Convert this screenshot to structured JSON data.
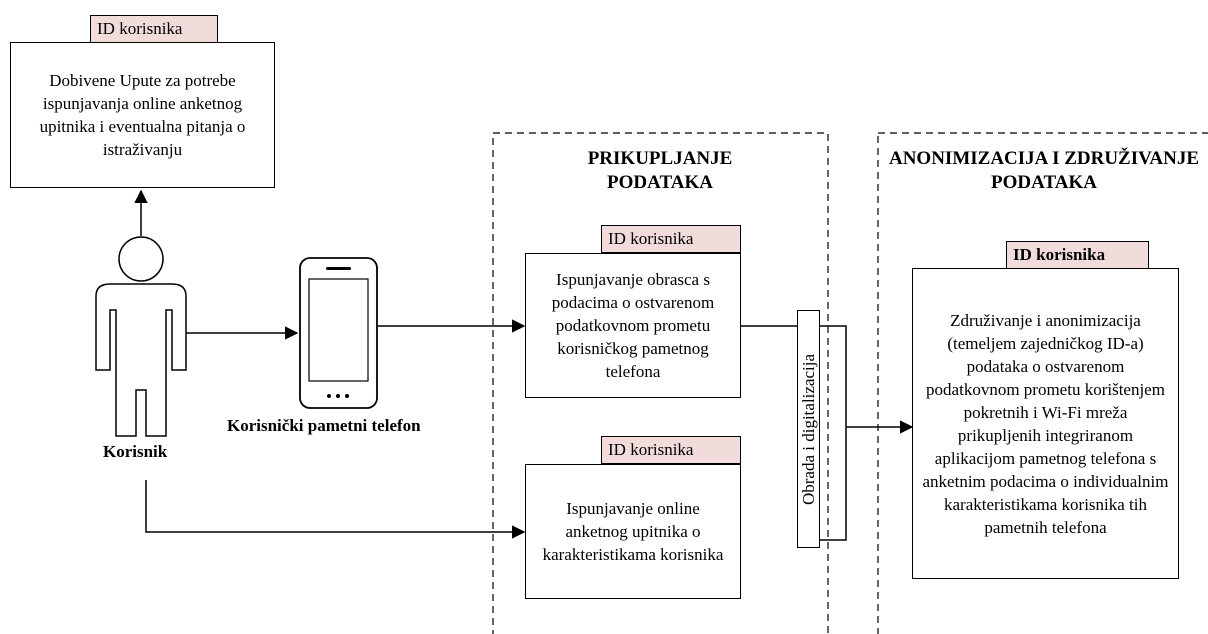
{
  "user": {
    "label": "Korisnik",
    "id_tag": "ID korisnika",
    "info_box": "Dobivene Upute za potrebe ispunjavanja online anketnog upitnika i eventualna pitanja o istraživanju"
  },
  "phone": {
    "label": "Korisnički pametni telefon"
  },
  "collection": {
    "heading": "PRIKUPLJANJE PODATAKA",
    "traffic_form": {
      "id_tag": "ID korisnika",
      "text": "Ispunjavanje obrasca s podacima o ostvarenom podatkovnom prometu korisničkog pametnog telefona"
    },
    "survey_form": {
      "id_tag": "ID korisnika",
      "text": "Ispunjavanje online anketnog upitnika o karakteristikama korisnika"
    }
  },
  "processing": {
    "label": "Obrada i digitalizacija"
  },
  "anonymization": {
    "heading": "ANONIMIZACIJA I ZDRUŽIVANJE PODATAKA",
    "id_tag": "ID korisnika",
    "text": "Združivanje i anonimizacija (temeljem zajedničkog ID-a) podataka o ostvarenom podatkovnom prometu korištenjem pokretnih i Wi-Fi mreža prikupljenih integriranom aplikacijom pametnog telefona s anketnim podacima o individualnim karakteristikama korisnika tih pametnih telefona"
  }
}
